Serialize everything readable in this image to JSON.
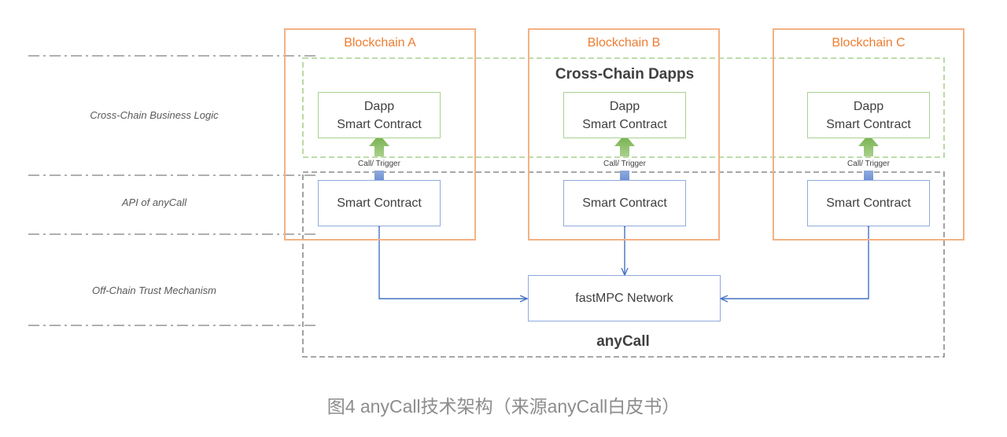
{
  "chains": [
    {
      "title": "Blockchain A",
      "dapp_line1": "Dapp",
      "dapp_line2": "Smart Contract",
      "call_label": "Call/ Trigger",
      "api_box": "Smart Contract"
    },
    {
      "title": "Blockchain B",
      "dapp_line1": "Dapp",
      "dapp_line2": "Smart Contract",
      "call_label": "Call/ Trigger",
      "api_box": "Smart Contract"
    },
    {
      "title": "Blockchain C",
      "dapp_line1": "Dapp",
      "dapp_line2": "Smart Contract",
      "call_label": "Call/ Trigger",
      "api_box": "Smart Contract"
    }
  ],
  "layers": {
    "business_logic": "Cross-Chain Business Logic",
    "api": "API of anyCall",
    "off_chain": "Off-Chain Trust Mechanism"
  },
  "cross_chain_dapps_label": "Cross-Chain Dapps",
  "network_label": "fastMPC Network",
  "anycall_label": "anyCall",
  "caption": "图4 anyCall技术架构（来源anyCall白皮书）",
  "colors": {
    "chain_border": "#f4b183",
    "chain_title": "#ed7d31",
    "dapp_border": "#a9d18e",
    "api_border": "#8faadc",
    "green_arrow": "#70ad47",
    "blue_arrow": "#4472c4",
    "connector": "#4472c4"
  }
}
